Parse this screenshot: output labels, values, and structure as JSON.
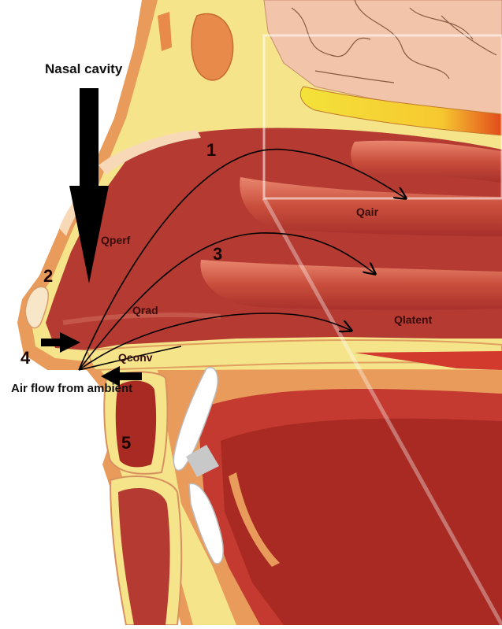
{
  "labels": {
    "nasal_cavity": "Nasal cavity",
    "air_flow": "Air flow from ambient",
    "q_perf": "Qperf",
    "q_rad": "Qrad",
    "q_air": "Qair",
    "q_latent": "Qlatent",
    "q_conv": "Qconv",
    "n1": "1",
    "n2": "2",
    "n3": "3",
    "n4": "4",
    "n5": "5"
  },
  "colors": {
    "cavity": "#b43a32",
    "tissue_yellow": "#f5e48a",
    "skin_orange": "#e89b5a",
    "bone_pale": "#f7d9b8",
    "brain": "#f2c4aa",
    "tongue": "#a82a22",
    "dark_red": "#8e1c16",
    "arrow": "#000000"
  },
  "icons": [
    "large-down-arrow-icon",
    "right-arrow-icon",
    "left-arrow-icon"
  ]
}
